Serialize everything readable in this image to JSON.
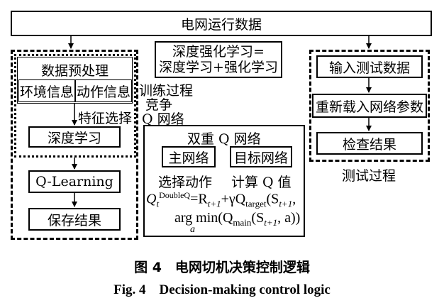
{
  "top_box": "电网运行数据",
  "left_group": {
    "preprocess_title": "数据预处理",
    "env_info": "环境信息",
    "action_info": "动作信息",
    "feature_select": "特征选择",
    "deep_learning": "深度学习",
    "q_learning": "Q-Learning",
    "save_result": "保存结果"
  },
  "middle": {
    "drl_line1": "深度强化学习=",
    "drl_line2": "深度学习+强化学习",
    "train_process": "训练过程",
    "compete": "竞争",
    "q_network": "Q 网络",
    "double_title": "双重 Q 网络",
    "main_net": "主网络",
    "target_net": "目标网络",
    "select_action": "选择动作",
    "compute_q": "计算 Q 值",
    "formula": {
      "Q": "Q",
      "t": "t",
      "double_sup": "DoubleQ",
      "eq": "=R",
      "t1": "t+1",
      "gamma": "+γQ",
      "target": "target",
      "paren1": "(S",
      "tail1": ",",
      "argmin": "arg min(Q",
      "main": "main",
      "paren2": "(S",
      "tail2": ", a))",
      "a_sub": "a"
    }
  },
  "right_group": {
    "input_test": "输入测试数据",
    "reload": "重新载入网络参数",
    "check": "检查结果",
    "test_process": "测试过程"
  },
  "caption_cn": "图 4　电网切机决策控制逻辑",
  "caption_en": "Fig. 4　Decision-making control logic"
}
